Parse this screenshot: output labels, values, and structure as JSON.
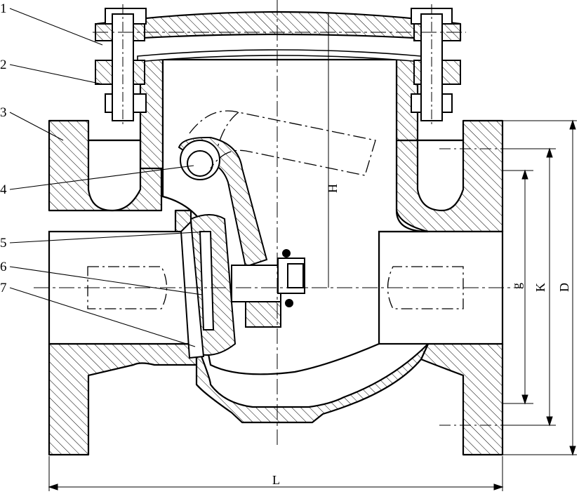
{
  "callouts": [
    "1",
    "2",
    "3",
    "4",
    "5",
    "6",
    "7"
  ],
  "dimensions": {
    "height": "H",
    "length": "L",
    "g": "g",
    "k": "K",
    "d": "D"
  },
  "colors": {
    "line": "#000000",
    "paper": "#ffffff"
  }
}
